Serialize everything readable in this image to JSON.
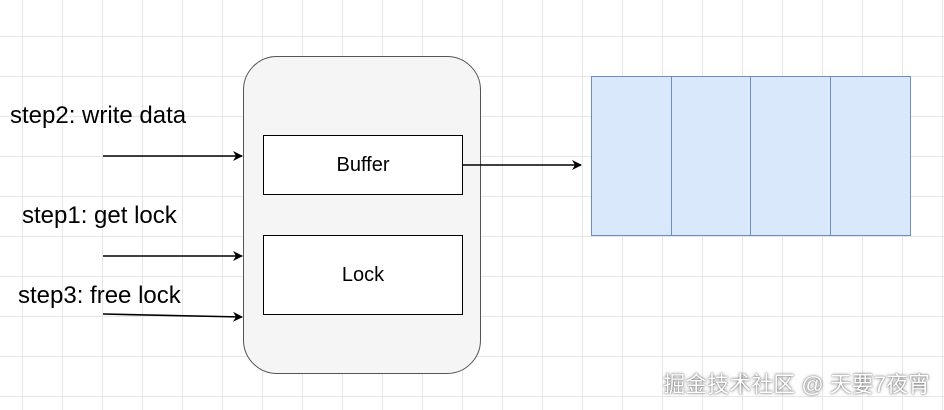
{
  "labels": {
    "step2": "step2: write data",
    "step1": "step1: get lock",
    "step3": "step3: free lock"
  },
  "boxes": {
    "buffer": "Buffer",
    "lock": "Lock"
  },
  "buffer_array": {
    "cell_count": 4
  },
  "watermark": "掘金技术社区 @ 天要7夜宵",
  "colors": {
    "background": "#ffffff",
    "grid": "#e6e6e6",
    "container_fill": "#f5f5f5",
    "container_stroke": "#555555",
    "cell_fill": "#dae8fc",
    "cell_stroke": "#6c8ebf",
    "arrow": "#000000"
  }
}
